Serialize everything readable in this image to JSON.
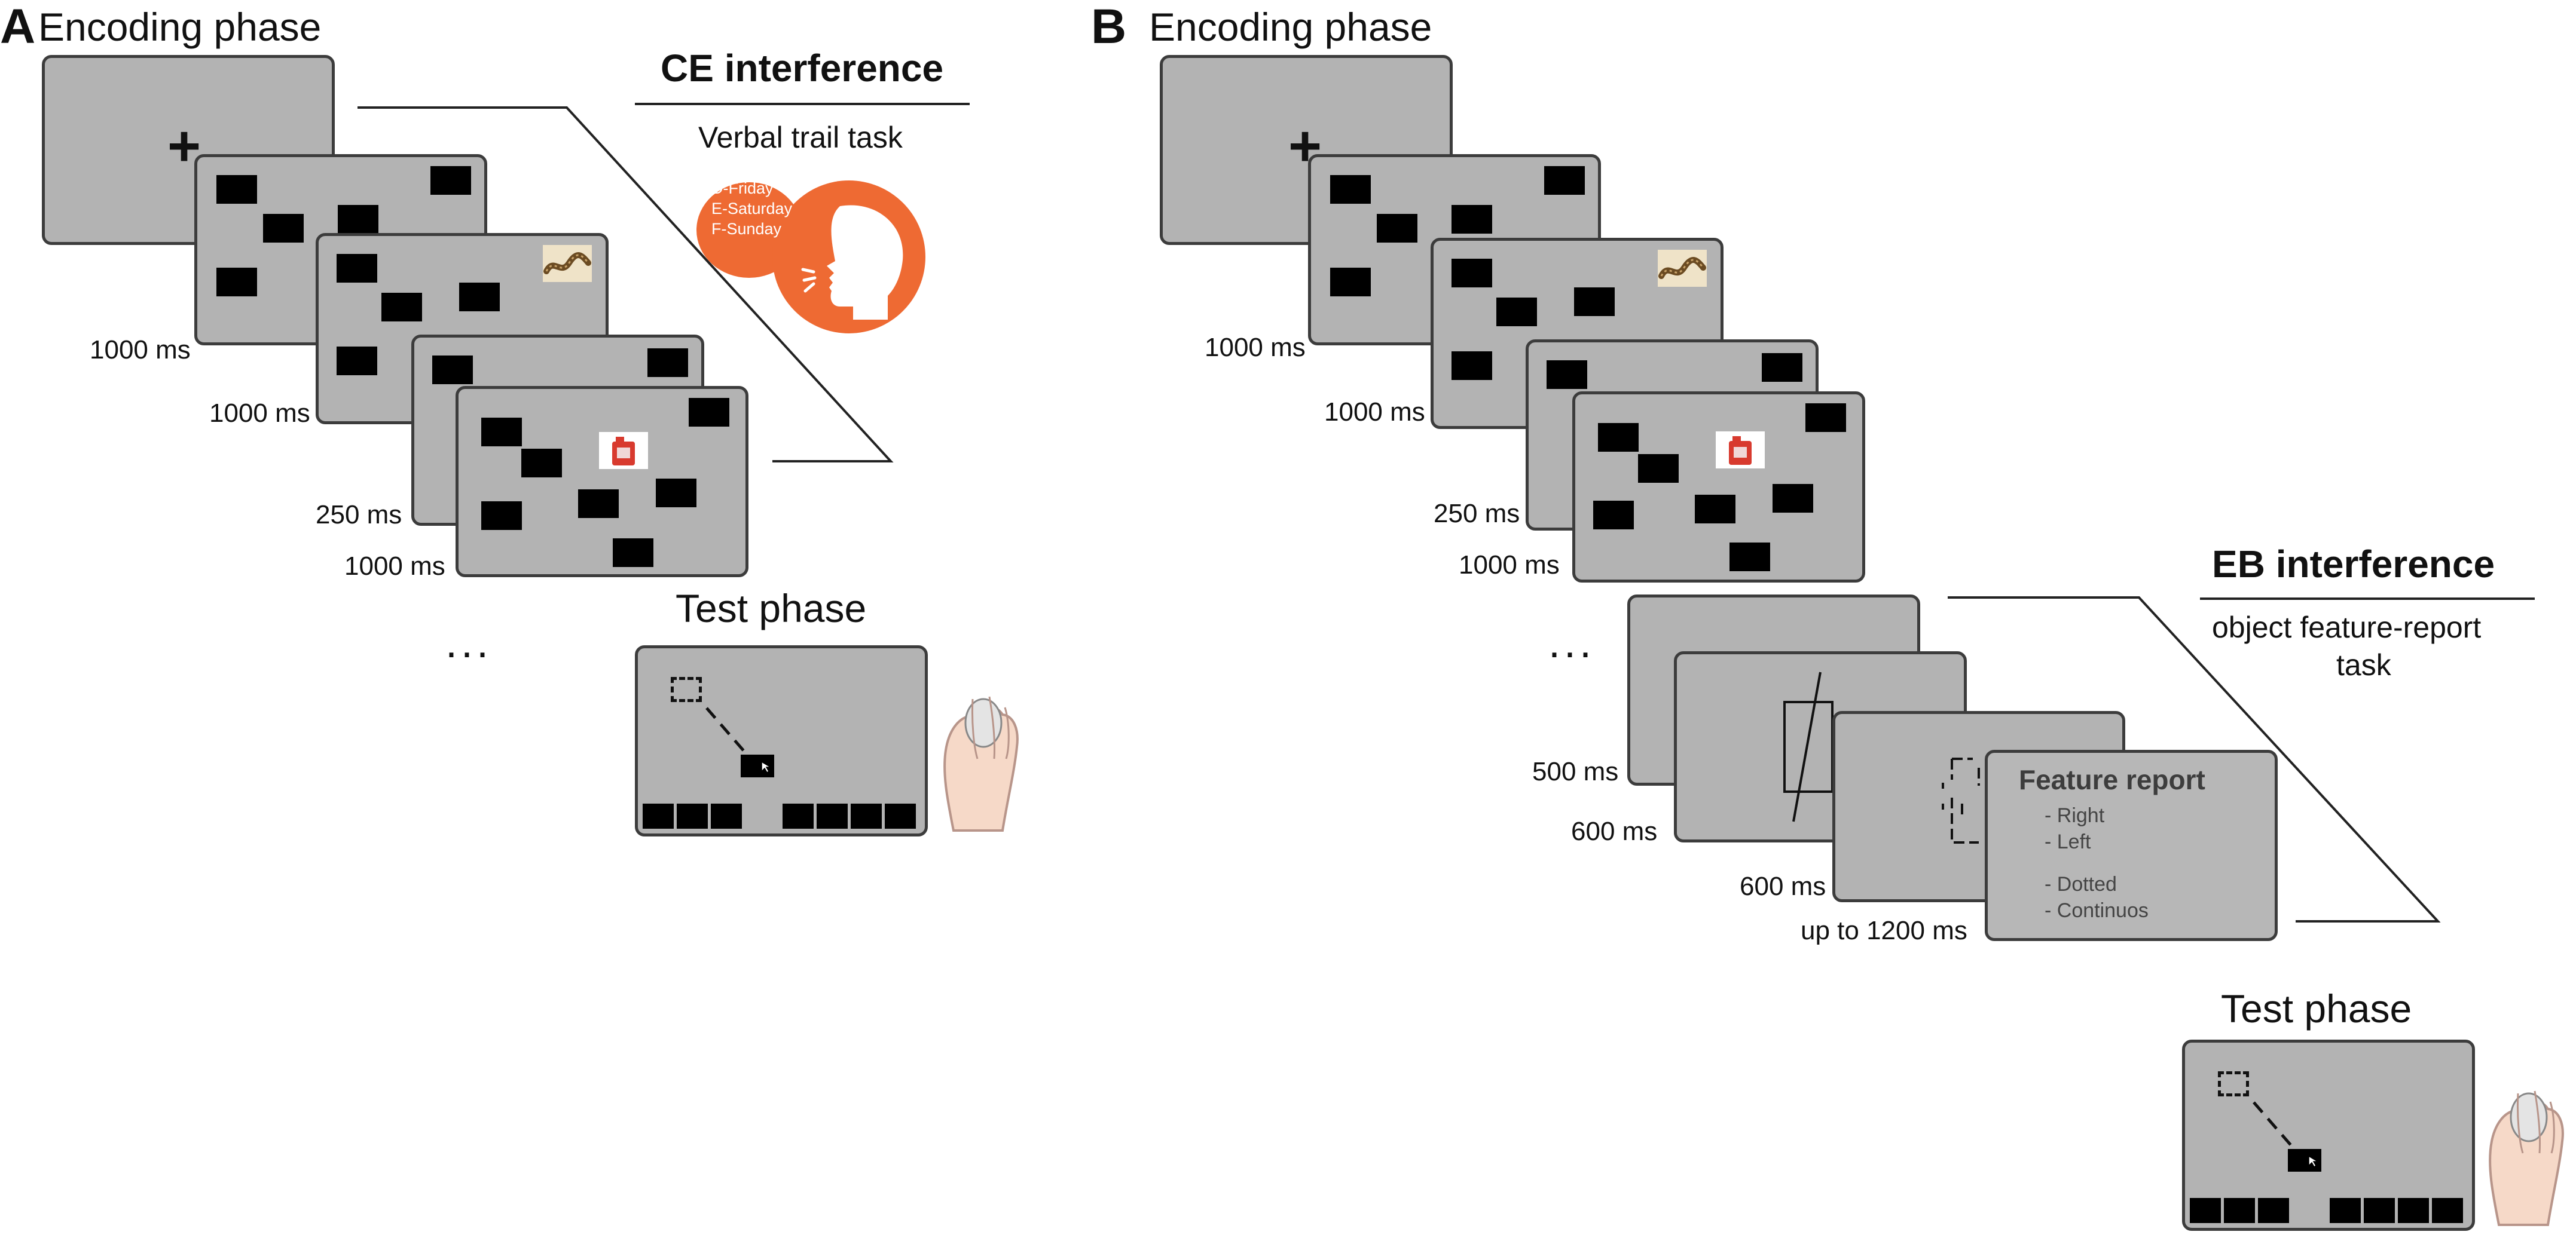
{
  "panel_a": {
    "letter": "A",
    "encoding_title": "Encoding phase",
    "durations": [
      "1000 ms",
      "1000 ms",
      "250 ms",
      "1000 ms"
    ],
    "interference_title": "CE interference",
    "interference_task": "Verbal trail task",
    "speech_lines": [
      "D-Friday",
      "E-Saturday",
      "F-Sunday"
    ],
    "test_title": "Test phase",
    "ellipsis": "..."
  },
  "panel_b": {
    "letter": "B",
    "encoding_title": "Encoding phase",
    "durations": [
      "1000 ms",
      "1000 ms",
      "250 ms",
      "1000 ms"
    ],
    "interference_title": "EB interference",
    "interference_task_line1": "object feature-report",
    "interference_task_line2": "task",
    "interference_durations": [
      "500 ms",
      "600 ms",
      "600 ms",
      "up to 1200 ms"
    ],
    "feature_report": {
      "title": "Feature report",
      "options": [
        "- Right",
        "- Left",
        "- Dotted",
        "- Continuos"
      ]
    },
    "test_title": "Test phase",
    "ellipsis": "..."
  },
  "colors": {
    "screen_bg": "#b3b3b3",
    "accent_orange": "#ee6a33",
    "border": "#3c3c3c"
  },
  "icons": [
    "fixation-cross-icon",
    "snake-object-icon",
    "gas-can-object-icon",
    "speaking-head-icon",
    "hand-mouse-icon",
    "cursor-arrow-icon"
  ]
}
